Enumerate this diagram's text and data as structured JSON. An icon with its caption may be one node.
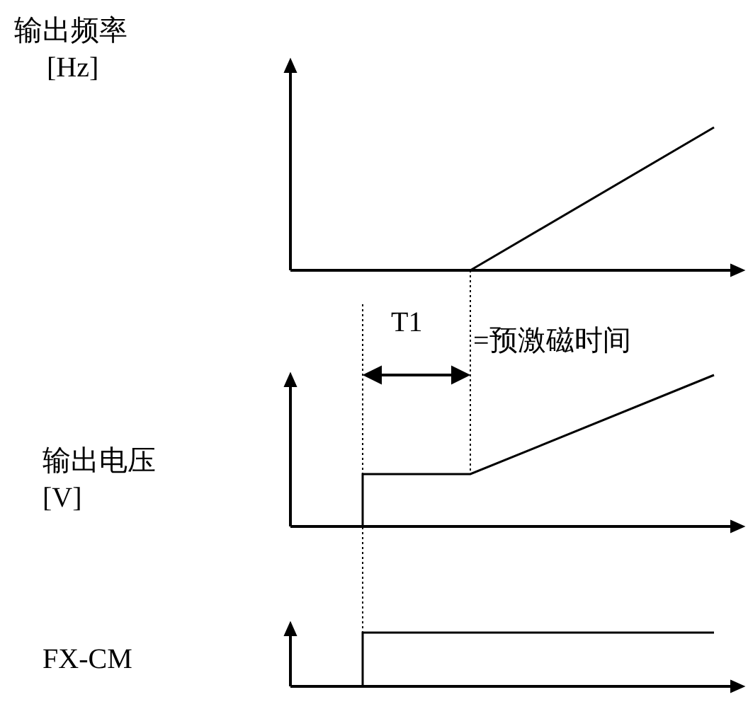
{
  "diagram": {
    "labels": [
      "输出频率",
      "[Hz]",
      "T1",
      "=预激磁时间",
      "输出电压",
      "[V]",
      "FX-CM"
    ]
  }
}
